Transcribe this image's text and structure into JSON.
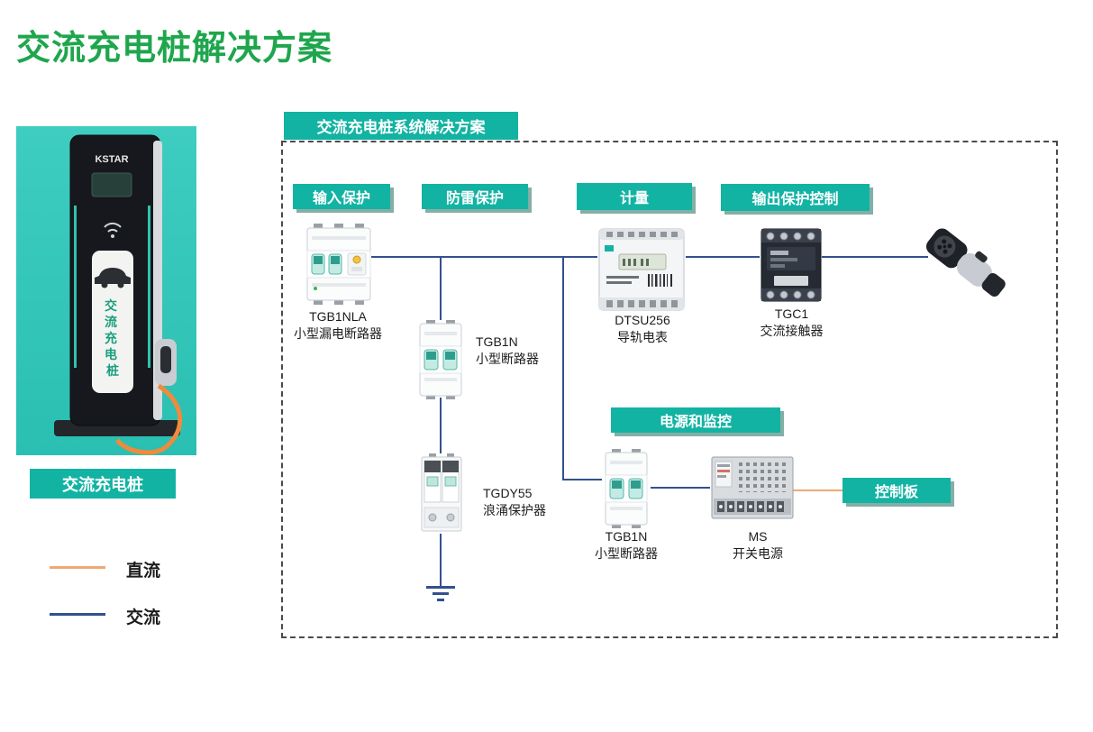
{
  "page": {
    "title": "交流充电桩解决方案"
  },
  "pile": {
    "brand": "KSTAR",
    "chars": [
      "交",
      "流",
      "充",
      "电",
      "桩"
    ],
    "label": "交流充电桩"
  },
  "legend": {
    "dc": {
      "label": "直流",
      "color": "#f0a873"
    },
    "ac": {
      "label": "交流",
      "color": "#33508e"
    }
  },
  "diagram": {
    "title": "交流充电桩系统解决方案",
    "badges": {
      "input": "输入保护",
      "lightning": "防雷保护",
      "metering": "计量",
      "output": "输出保护控制",
      "power_monitor": "电源和监控",
      "control_board": "控制板"
    },
    "components": {
      "breaker_main": {
        "model": "TGB1NLA",
        "desc": "小型漏电断路器"
      },
      "breaker_mid": {
        "model": "TGB1N",
        "desc": "小型断路器"
      },
      "surge": {
        "model": "TGDY55",
        "desc": "浪涌保护器"
      },
      "meter": {
        "model": "DTSU256",
        "desc": "导轨电表"
      },
      "contactor": {
        "model": "TGC1",
        "desc": "交流接触器"
      },
      "breaker_low": {
        "model": "TGB1N",
        "desc": "小型断路器"
      },
      "psu": {
        "model": "MS",
        "desc": "开关电源"
      }
    },
    "colors": {
      "accent": "#13b3a3",
      "ac_line": "#33508e",
      "dc_line": "#f0a873",
      "title_green": "#1fa64d"
    }
  }
}
